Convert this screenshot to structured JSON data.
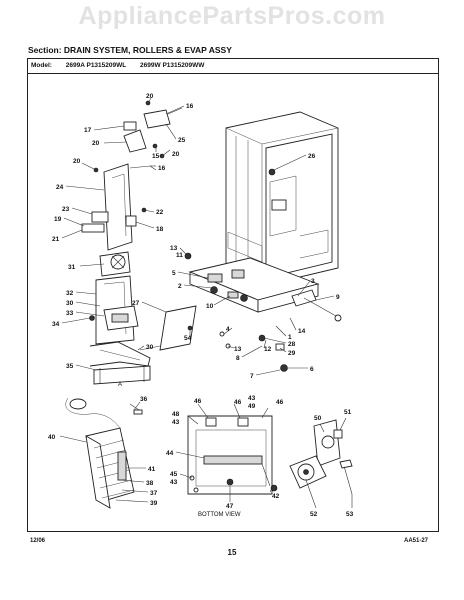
{
  "watermark": "AppliancePartsPros.com",
  "section": {
    "prefix": "Section:",
    "title": "DRAIN SYSTEM, ROLLERS & EVAP ASSY"
  },
  "model": {
    "label": "Model:",
    "numbers": [
      "2699A P1315209WL",
      "2699W P1315209WW"
    ]
  },
  "footer": {
    "date": "12/06",
    "code": "AA51-27",
    "page": "15"
  },
  "diagram": {
    "bottom_view_caption": "BOTTOM VIEW",
    "base_arrow_label": "A",
    "callouts": {
      "c20a": "20",
      "c16a": "16",
      "c17": "17",
      "c25": "25",
      "c20b": "20",
      "c15": "15",
      "c20c": "20",
      "c26": "26",
      "c20d": "20",
      "c16b": "16",
      "c24": "24",
      "c23": "23",
      "c19": "19",
      "c22": "22",
      "c18": "18",
      "c21": "21",
      "c13a": "13",
      "c11": "11",
      "c31": "31",
      "c5": "5",
      "c3": "3",
      "c2": "2",
      "c9": "9",
      "c32": "32",
      "c30a": "30",
      "c27": "27",
      "c33": "33",
      "c10": "10",
      "c4": "4",
      "c14": "14",
      "c34": "34",
      "c54": "54",
      "c1": "1",
      "c28": "28",
      "c29": "29",
      "c30b": "30",
      "c12": "12",
      "c13b": "13",
      "c8": "8",
      "c6": "6",
      "c35": "35",
      "c7": "7",
      "c36": "36",
      "c46a": "46",
      "c46b": "46",
      "c43a": "43",
      "c49": "49",
      "c46c": "46",
      "c48": "48",
      "c43b": "43",
      "c50": "50",
      "c51": "51",
      "c40": "40",
      "c44": "44",
      "c41": "41",
      "c45": "45",
      "c43c": "43",
      "c38": "38",
      "c42": "42",
      "c37": "37",
      "c47": "47",
      "c39": "39",
      "c52": "52",
      "c53": "53"
    }
  }
}
